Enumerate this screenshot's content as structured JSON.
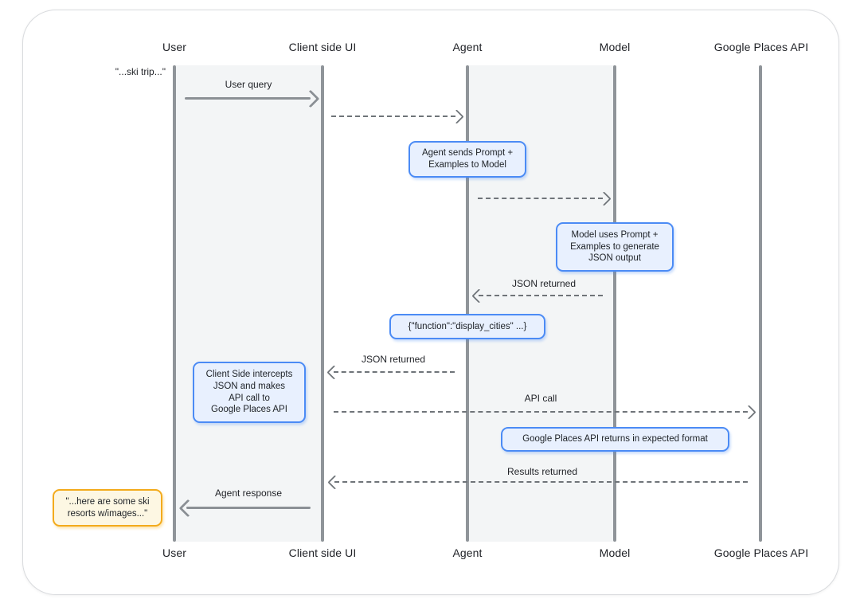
{
  "diagram_type": "sequence",
  "actors": [
    {
      "label": "User"
    },
    {
      "label": "Client side UI"
    },
    {
      "label": "Agent"
    },
    {
      "label": "Model"
    },
    {
      "label": "Google Places API"
    }
  ],
  "side_notes": {
    "user_query_utterance": "\"...ski trip...\"",
    "agent_response_utterance": "\"...here are some ski\nresorts w/images...\""
  },
  "messages": [
    {
      "label": "User query",
      "from": "User",
      "to": "Client side UI",
      "line": "solid"
    },
    {
      "label": "",
      "from": "Client side UI",
      "to": "Agent",
      "line": "dashed"
    },
    {
      "label": "",
      "from": "Agent",
      "to": "Model",
      "line": "dashed"
    },
    {
      "label": "JSON returned",
      "from": "Model",
      "to": "Agent",
      "line": "dashed"
    },
    {
      "label": "JSON returned",
      "from": "Agent",
      "to": "Client side UI",
      "line": "dashed"
    },
    {
      "label": "API call",
      "from": "Client side UI",
      "to": "Google Places API",
      "line": "dashed"
    },
    {
      "label": "Results returned",
      "from": "Google Places API",
      "to": "Client side UI",
      "line": "dashed"
    },
    {
      "label": "Agent response",
      "from": "Client side UI",
      "to": "User",
      "line": "solid"
    }
  ],
  "notes": [
    {
      "text": "Agent sends Prompt +\nExamples to Model",
      "anchor": "Agent"
    },
    {
      "text": "Model uses Prompt +\nExamples to generate\nJSON output",
      "anchor": "Model"
    },
    {
      "text": "{\"function\":\"display_cities\" ...}",
      "anchor": "Agent"
    },
    {
      "text": "Client Side intercepts\nJSON and makes\nAPI call to\nGoogle Places API",
      "anchor": "User / Client side UI lane"
    },
    {
      "text": "Google Places API returns in expected format",
      "anchor": "Model"
    }
  ],
  "colors": {
    "note_blue_fill": "#e8f0fe",
    "note_blue_border": "#4b8bf5",
    "note_yellow_fill": "#fdf7e3",
    "note_yellow_border": "#f3ab1d",
    "lifeline_gray": "#8f9499",
    "lane_band_gray": "#f3f5f6",
    "arrow_gray": "#6f7479",
    "text": "#202124"
  }
}
